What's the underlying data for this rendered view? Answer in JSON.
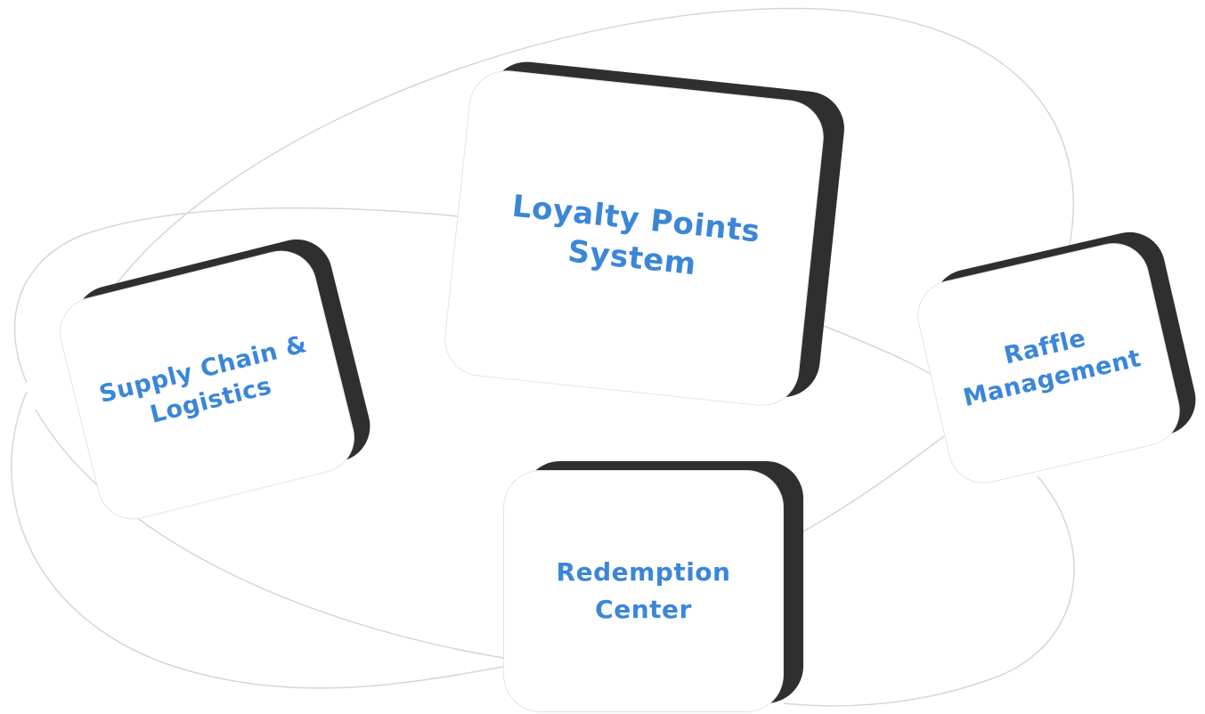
{
  "nodes": {
    "loyalty": {
      "label": "Loyalty Points\nSystem"
    },
    "supply": {
      "label": "Supply Chain &\nLogistics"
    },
    "raffle": {
      "label": "Raffle\nManagement"
    },
    "redemption": {
      "label": "Redemption\nCenter"
    }
  },
  "colors": {
    "label": "#3b86d8",
    "shadow": "#2f2f2f",
    "connector": "#d6d6d6",
    "background": "#ffffff"
  }
}
